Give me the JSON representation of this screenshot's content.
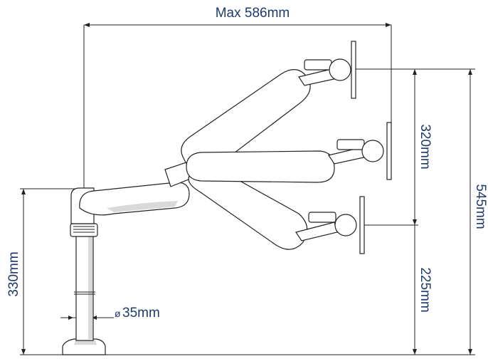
{
  "dimensions": {
    "max_reach": "Max 586mm",
    "height_upper": "320mm",
    "height_total": "545mm",
    "height_lower": "225mm",
    "pole_height": "330mm",
    "pole_diameter": "35mm",
    "diameter_symbol": "ø"
  },
  "colors": {
    "dimension_text": "#1f3a6b",
    "outline": "#222222"
  }
}
